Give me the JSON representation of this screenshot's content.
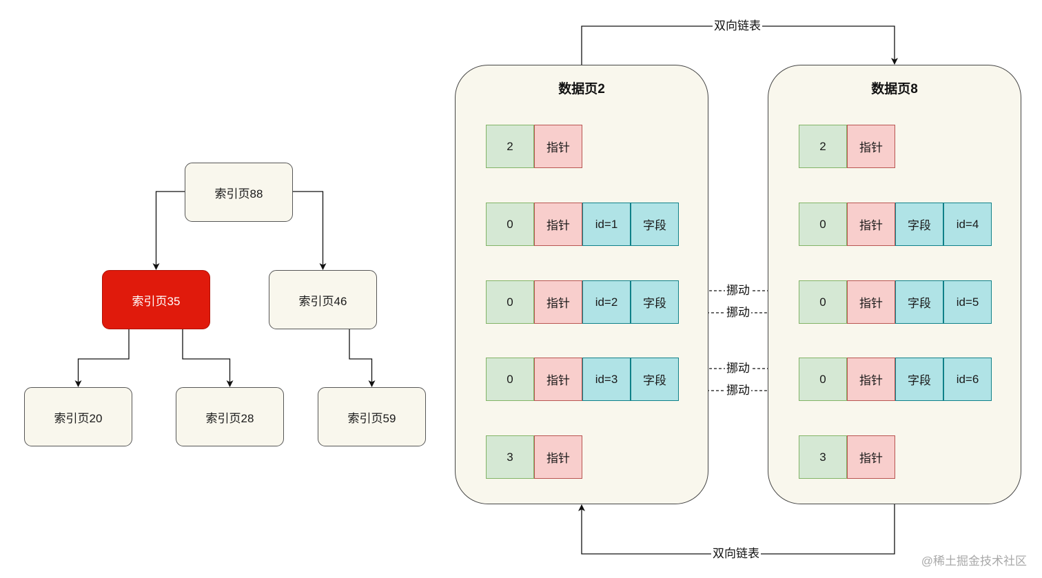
{
  "tree": {
    "nodes": [
      {
        "id": "n88",
        "label": "索引页88",
        "active": false
      },
      {
        "id": "n35",
        "label": "索引页35",
        "active": true
      },
      {
        "id": "n46",
        "label": "索引页46",
        "active": false
      },
      {
        "id": "n20",
        "label": "索引页20",
        "active": false
      },
      {
        "id": "n28",
        "label": "索引页28",
        "active": false
      },
      {
        "id": "n59",
        "label": "索引页59",
        "active": false
      }
    ],
    "edges": [
      {
        "from": "n88",
        "to": "n35"
      },
      {
        "from": "n88",
        "to": "n46"
      },
      {
        "from": "n35",
        "to": "n20"
      },
      {
        "from": "n35",
        "to": "n28"
      },
      {
        "from": "n46",
        "to": "n59"
      }
    ]
  },
  "data_pages": [
    {
      "id": "p2",
      "title": "数据页2",
      "rows": [
        [
          "2",
          "指针"
        ],
        [
          "0",
          "指针",
          "id=1",
          "字段"
        ],
        [
          "0",
          "指针",
          "id=2",
          "字段"
        ],
        [
          "0",
          "指针",
          "id=3",
          "字段"
        ],
        [
          "3",
          "指针"
        ]
      ]
    },
    {
      "id": "p8",
      "title": "数据页8",
      "rows": [
        [
          "2",
          "指针"
        ],
        [
          "0",
          "指针",
          "字段",
          "id=4"
        ],
        [
          "0",
          "指针",
          "字段",
          "id=5"
        ],
        [
          "0",
          "指针",
          "字段",
          "id=6"
        ],
        [
          "3",
          "指针"
        ]
      ]
    }
  ],
  "links": {
    "top_label": "双向链表",
    "bottom_label": "双向链表",
    "move_label": "挪动",
    "moves": [
      {
        "row": 2,
        "direction": "right-to-left"
      },
      {
        "row": 2,
        "direction": "left-to-right"
      },
      {
        "row": 3,
        "direction": "right-to-left"
      },
      {
        "row": 3,
        "direction": "left-to-right"
      }
    ]
  },
  "colors": {
    "active_node": "#e01a0c",
    "node_fill": "#f9f7ed",
    "number_cell": "#d5e8d4",
    "pointer_cell": "#f8cecc",
    "field_cell": "#b0e3e6"
  },
  "watermark": "@稀土掘金技术社区"
}
